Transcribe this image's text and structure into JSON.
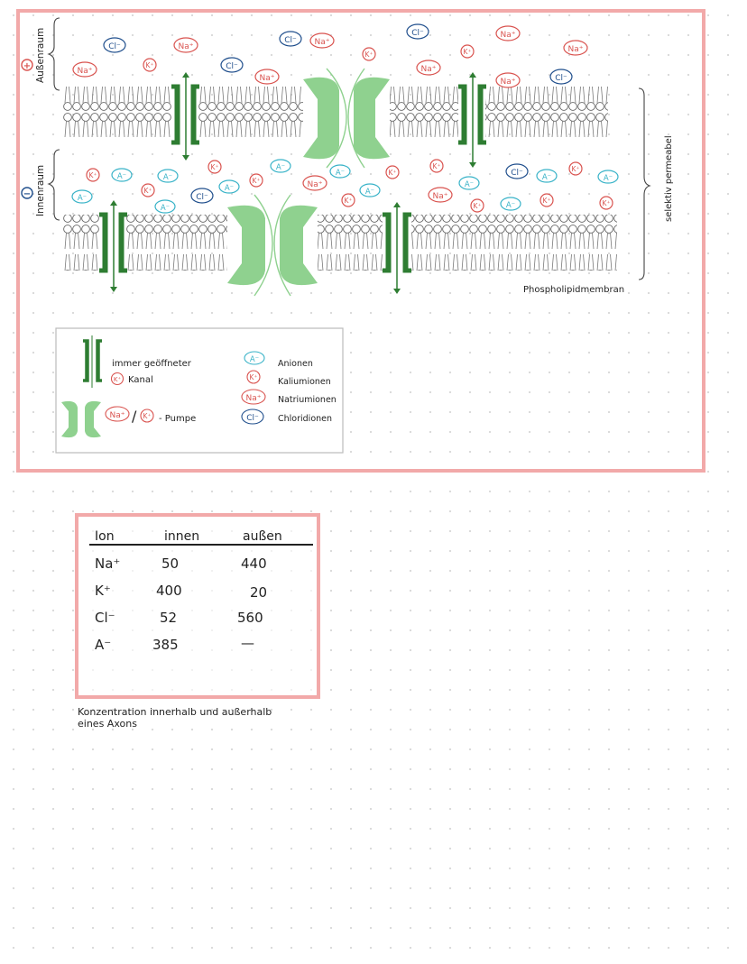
{
  "diagram": {
    "side_labels": {
      "outside": "Außenraum",
      "inside": "Innenraum"
    },
    "outside_sign": "+",
    "inside_sign": "−",
    "right_label": "selektiv permeabel",
    "membrane_label": "Phospholipidmembran",
    "legend": {
      "channel_text_1": "immer geöffneter",
      "channel_ion": "K⁺",
      "channel_text_2": "Kanal",
      "pump_ion_1": "Na⁺",
      "pump_separator": "/",
      "pump_ion_2": "K⁺",
      "pump_text": "- Pumpe",
      "anion_symbol": "A⁻",
      "anion_label": "Anionen",
      "potassium_symbol": "K⁺",
      "potassium_label": "Kaliumionen",
      "sodium_symbol": "Na⁺",
      "sodium_label": "Natriumionen",
      "chloride_symbol": "Cl⁻",
      "chloride_label": "Chloridionen"
    },
    "colors": {
      "frame": "#f2a9a9",
      "sodium": "#d9534f",
      "potassium": "#d9534f",
      "chloride": "#1f4e8c",
      "anion": "#39b3c8",
      "channel": "#2e7d32",
      "pump": "#8fd18f"
    }
  },
  "table": {
    "headers": [
      "Ion",
      "innen",
      "außen"
    ],
    "rows": [
      {
        "ion": "Na⁺",
        "inside": "50",
        "outside": "440"
      },
      {
        "ion": "K⁺",
        "inside": "400",
        "outside": "20"
      },
      {
        "ion": "Cl⁻",
        "inside": "52",
        "outside": "560"
      },
      {
        "ion": "A⁻",
        "inside": "385",
        "outside": "—"
      }
    ],
    "caption_line_1": "Konzentration innerhalb und außerhalb",
    "caption_line_2": "eines Axons"
  }
}
